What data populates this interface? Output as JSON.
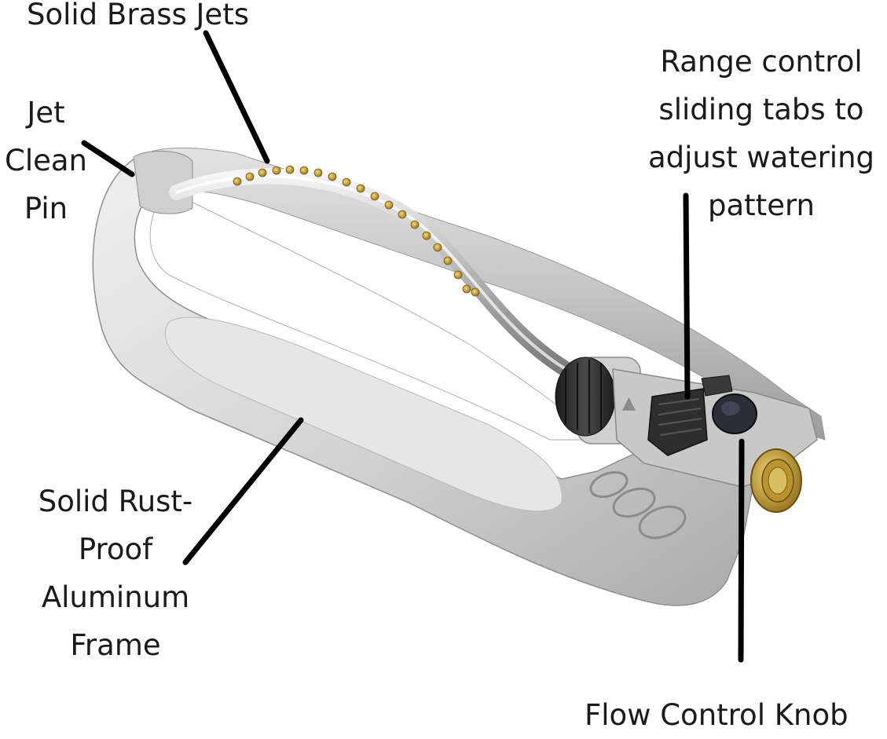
{
  "labels": {
    "solid_brass_jets": "Solid Brass Jets",
    "jet_clean_pin": [
      "Jet",
      "Clean",
      "Pin"
    ],
    "range_control": [
      "Range control",
      "sliding tabs to",
      "adjust watering",
      "pattern"
    ],
    "frame": [
      "Solid Rust-",
      "Proof",
      "Aluminum",
      "Frame"
    ],
    "flow_control_knob": "Flow Control Knob"
  },
  "colors": {
    "text": "#1a1a1a",
    "leader_line": "#000000",
    "frame_silver": "#c9c9c9",
    "brass": "#c9a23a",
    "dark_plastic": "#2b2b2b",
    "background": "#ffffff"
  },
  "icons": [
    "oscillating-sprinkler-illustration"
  ]
}
